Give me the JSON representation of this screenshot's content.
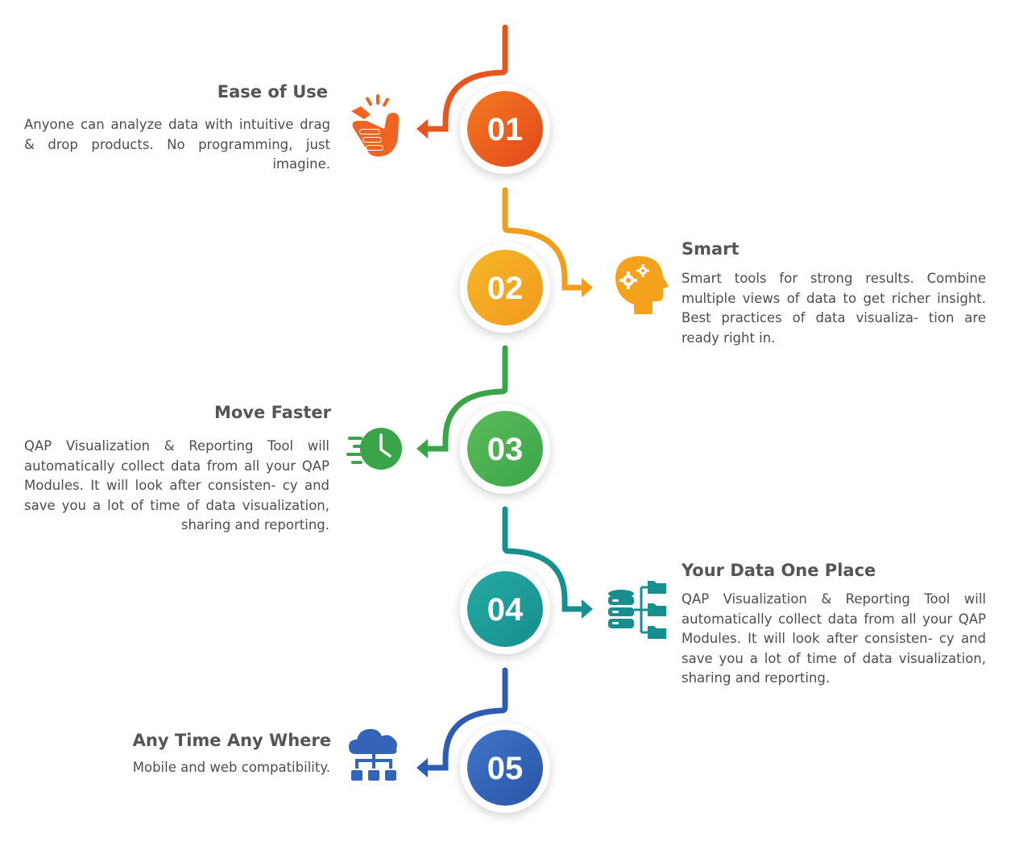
{
  "steps": [
    {
      "number": "01",
      "title": "Ease of Use",
      "description": "Anyone can analyze data with intuitive drag & drop products. No programming, just imagine.",
      "icon": "snap-fingers-icon",
      "color": "#e8541d",
      "color_light": "#f47a22"
    },
    {
      "number": "02",
      "title": "Smart",
      "description": "Smart tools for strong results. Combine multiple views of data to get richer insight. Best practices of data visualiza- tion are ready right in.",
      "icon": "head-gears-icon",
      "color": "#f19e1c",
      "color_light": "#f8b62a"
    },
    {
      "number": "03",
      "title": "Move Faster",
      "description": "QAP Visualization & Reporting Tool will automatically collect data from all your QAP Modules. It will look after consisten- cy and save you a lot of time of data visualization, sharing and reporting.",
      "icon": "fast-clock-icon",
      "color": "#3aa548",
      "color_light": "#5bbb5a"
    },
    {
      "number": "04",
      "title": "Your Data One Place",
      "description": "QAP Visualization & Reporting Tool will automatically collect data from all your QAP Modules. It will look after consisten- cy and save you a lot of time of data visualization, sharing and reporting.",
      "icon": "database-folders-icon",
      "color": "#178f8f",
      "color_light": "#24a8a2"
    },
    {
      "number": "05",
      "title": "Any Time Any Where",
      "description": "Mobile and web compatibility.",
      "icon": "cloud-network-icon",
      "color": "#2d5db0",
      "color_light": "#3f74c8"
    }
  ]
}
